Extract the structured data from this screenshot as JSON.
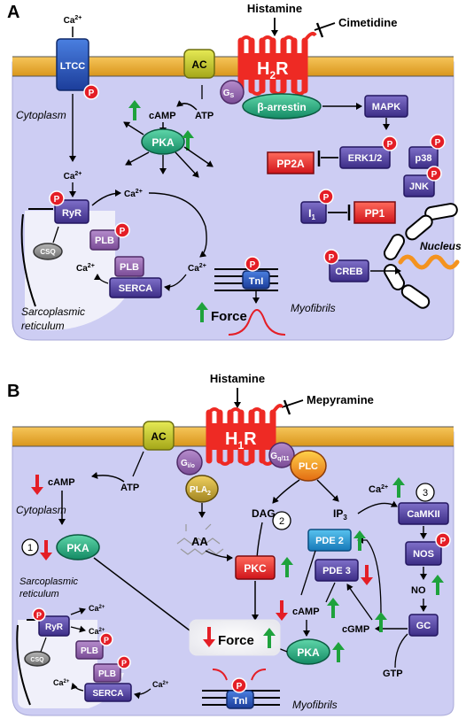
{
  "panel_a": {
    "letter": "A",
    "stimulus": "Histamine",
    "antagonist": "Cimetidine",
    "receptor": {
      "main": "H",
      "sub": "2",
      "tail": "R"
    },
    "ltcc": "LTCC",
    "ac": "AC",
    "gs": {
      "main": "G",
      "sub": "S"
    },
    "beta_arrestin": "β-arrestin",
    "mapk": "MAPK",
    "erk": "ERK1/2",
    "p38": "p38",
    "jnk": "JNK",
    "pp2a": "PP2A",
    "pp1": "PP1",
    "i1": {
      "main": "I",
      "sub": "1"
    },
    "camp": "cAMP",
    "atp": "ATP",
    "pka": "PKA",
    "ca_top": {
      "main": "Ca",
      "sup": "2+"
    },
    "ca_mid": {
      "main": "Ca",
      "sup": "2+"
    },
    "ca_ryr": {
      "main": "Ca",
      "sup": "2+"
    },
    "ca_serca_left": {
      "main": "Ca",
      "sup": "2+"
    },
    "ca_serca_right": {
      "main": "Ca",
      "sup": "2+"
    },
    "cytoplasm": "Cytoplasm",
    "ryr": "RyR",
    "csq": "CSQ",
    "plb1": "PLB",
    "plb2": "PLB",
    "serca": "SERCA",
    "sr_line1": "Sarcoplasmic",
    "sr_line2": "reticulum",
    "tni": "TnI",
    "force": "Force",
    "myofibrils": "Myofibrils",
    "creb": "CREB",
    "nucleus": "Nucleus",
    "p": "P"
  },
  "panel_b": {
    "letter": "B",
    "stimulus": "Histamine",
    "antagonist": "Mepyramine",
    "receptor": {
      "main": "H",
      "sub": "1",
      "tail": "R"
    },
    "ac": "AC",
    "gio": {
      "main": "G",
      "sub": "i/o"
    },
    "gq": {
      "main": "G",
      "sub": "q/11"
    },
    "plc": "PLC",
    "pla2": {
      "main": "PLA",
      "sub": "2"
    },
    "aa": "AA",
    "camp_top": "cAMP",
    "atp": "ATP",
    "cytoplasm": "Cytoplasm",
    "num1": "1",
    "num2": "2",
    "num3": "3",
    "pka1": "PKA",
    "pkc": "PKC",
    "dag": "DAG",
    "ip3": {
      "main": "IP",
      "sub": "3"
    },
    "ca": {
      "main": "Ca",
      "sup": "2+"
    },
    "camkii": "CaMKII",
    "nos": "NOS",
    "no": "NO",
    "gc": "GC",
    "gtp": "GTP",
    "cgmp": "cGMP",
    "pde2": "PDE 2",
    "pde3": "PDE 3",
    "camp_mid": "cAMP",
    "pka2": "PKA",
    "force": "Force",
    "tni": "TnI",
    "myofibrils": "Myofibrils",
    "sr_line1": "Sarcoplasmic",
    "sr_line2": "reticulum",
    "ryr": "RyR",
    "csq": "CSQ",
    "plb1": "PLB",
    "plb2": "PLB",
    "serca": "SERCA",
    "ca_ryr": {
      "main": "Ca",
      "sup": "2+"
    },
    "ca_serca_left": {
      "main": "Ca",
      "sup": "2+"
    },
    "ca_serca_right": {
      "main": "Ca",
      "sup": "2+"
    },
    "p": "P"
  },
  "colors": {
    "membrane": "#f2b233",
    "cell": "#cdcdf3",
    "receptor": "#ee2a24",
    "purple_box": "#4f3f9a",
    "pink_box": "#8c5aa6",
    "green_oval": "#1ca07a",
    "phospho": "#e41e26",
    "up_arrow": "#1ea23c",
    "down_arrow": "#e41e26",
    "ac": "#c6c82a",
    "nucleus_wave": "#f4931f",
    "blue_box": "#1a9ad6"
  }
}
